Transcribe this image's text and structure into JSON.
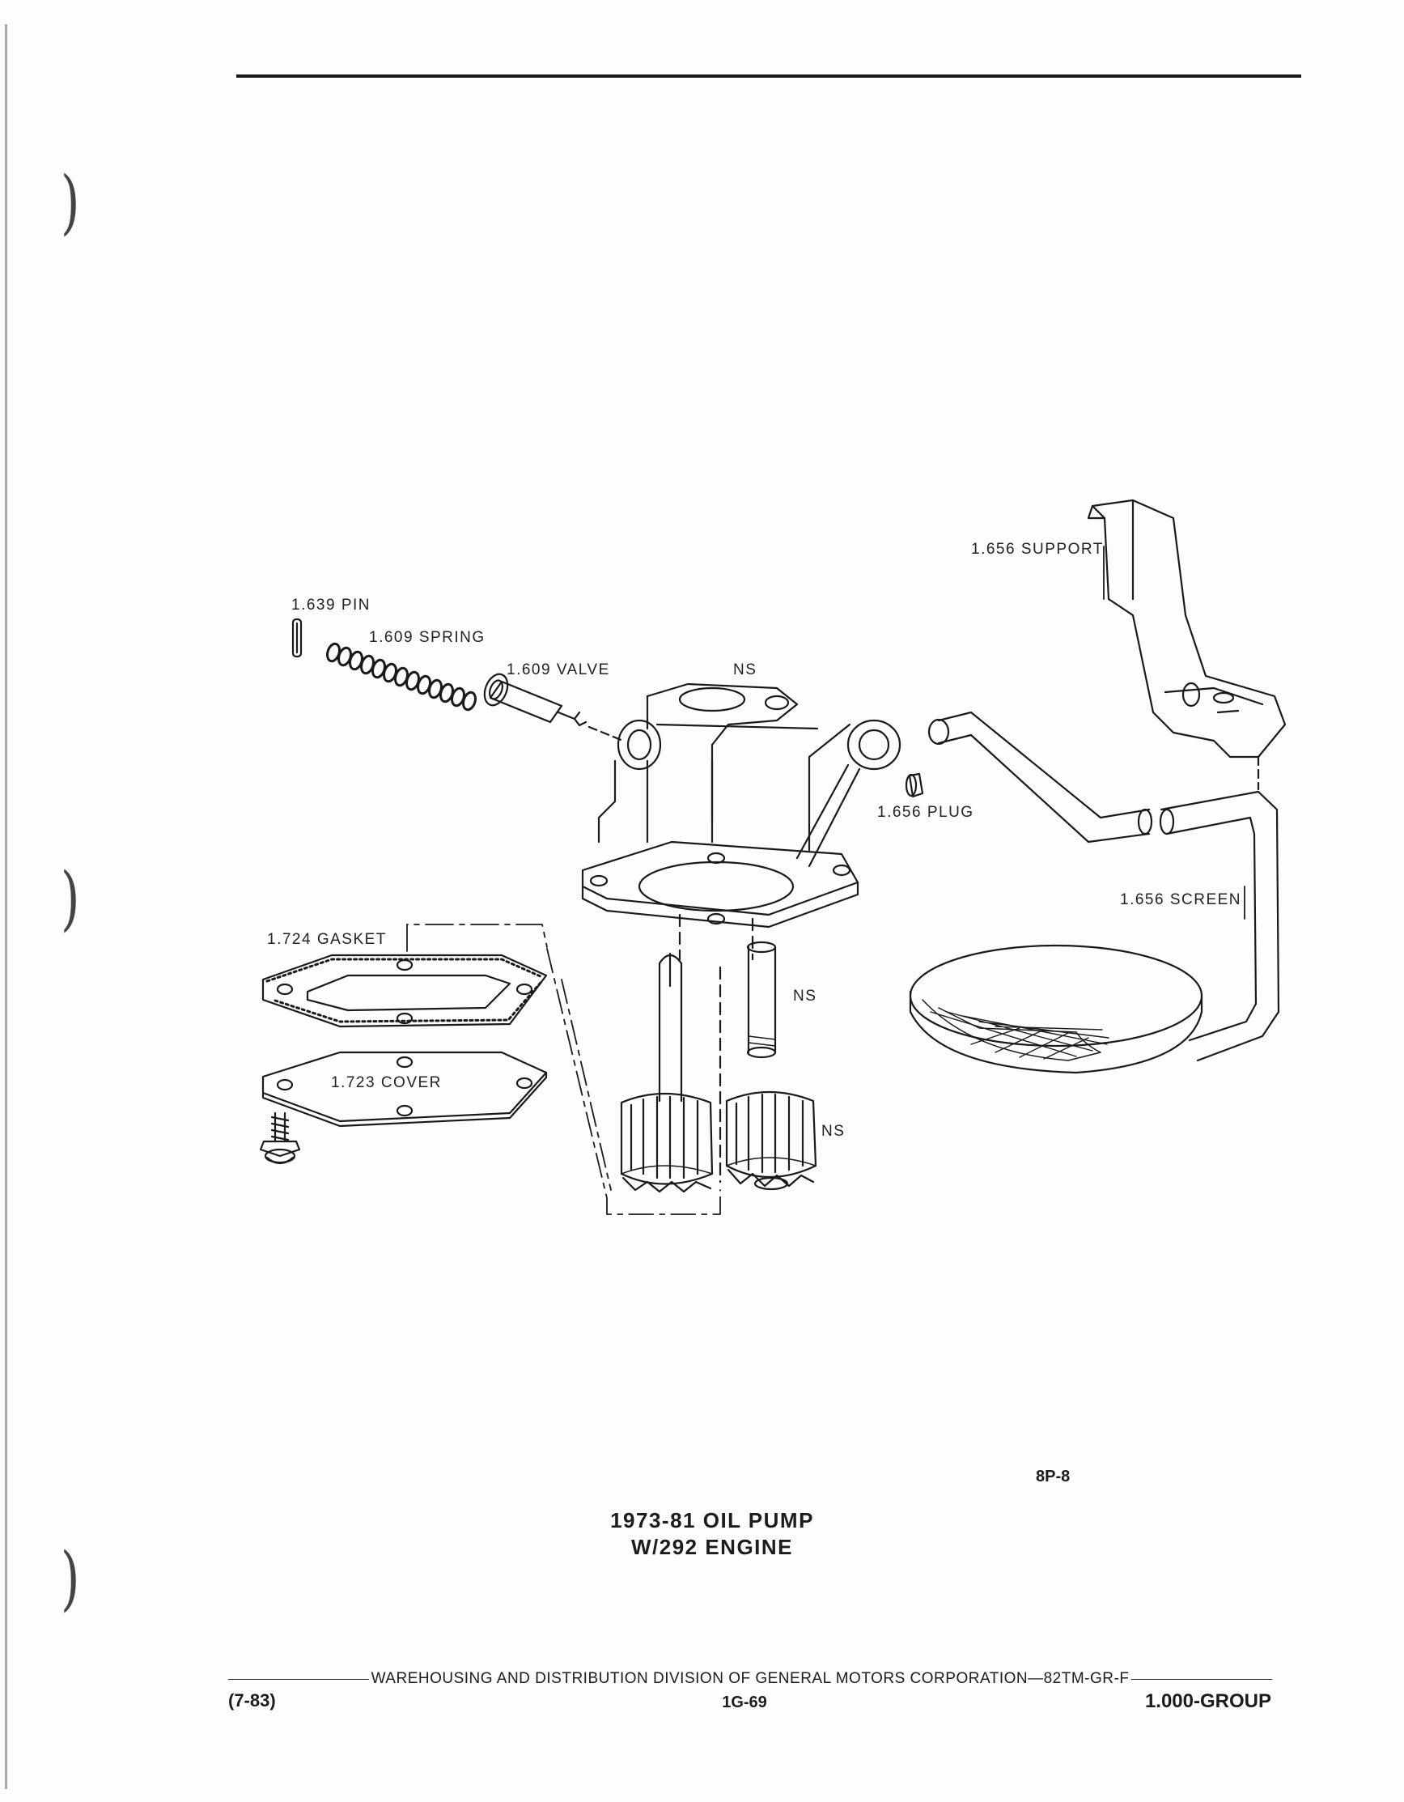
{
  "labels": {
    "pin": "1.639 PIN",
    "spring": "1.609 SPRING",
    "valve": "1.609 VALVE",
    "ns_body": "NS",
    "support": "1.656 SUPPORT",
    "plug": "1.656 PLUG",
    "screen": "1.656 SCREEN",
    "gasket": "1.724 GASKET",
    "cover": "1.723 COVER",
    "ns_shaft": "NS",
    "ns_gear": "NS"
  },
  "figure": {
    "code": "8P-8",
    "caption_line1": "1973-81 OIL PUMP",
    "caption_line2": "W/292 ENGINE"
  },
  "footer": {
    "division": "WAREHOUSING AND DISTRIBUTION  DIVISION OF GENERAL MOTORS CORPORATION—82TM-GR-F",
    "date": "(7-83)",
    "page": "1G-69",
    "group": "1.000-GROUP"
  },
  "binder_holes": [
    ")",
    ")",
    ")"
  ]
}
